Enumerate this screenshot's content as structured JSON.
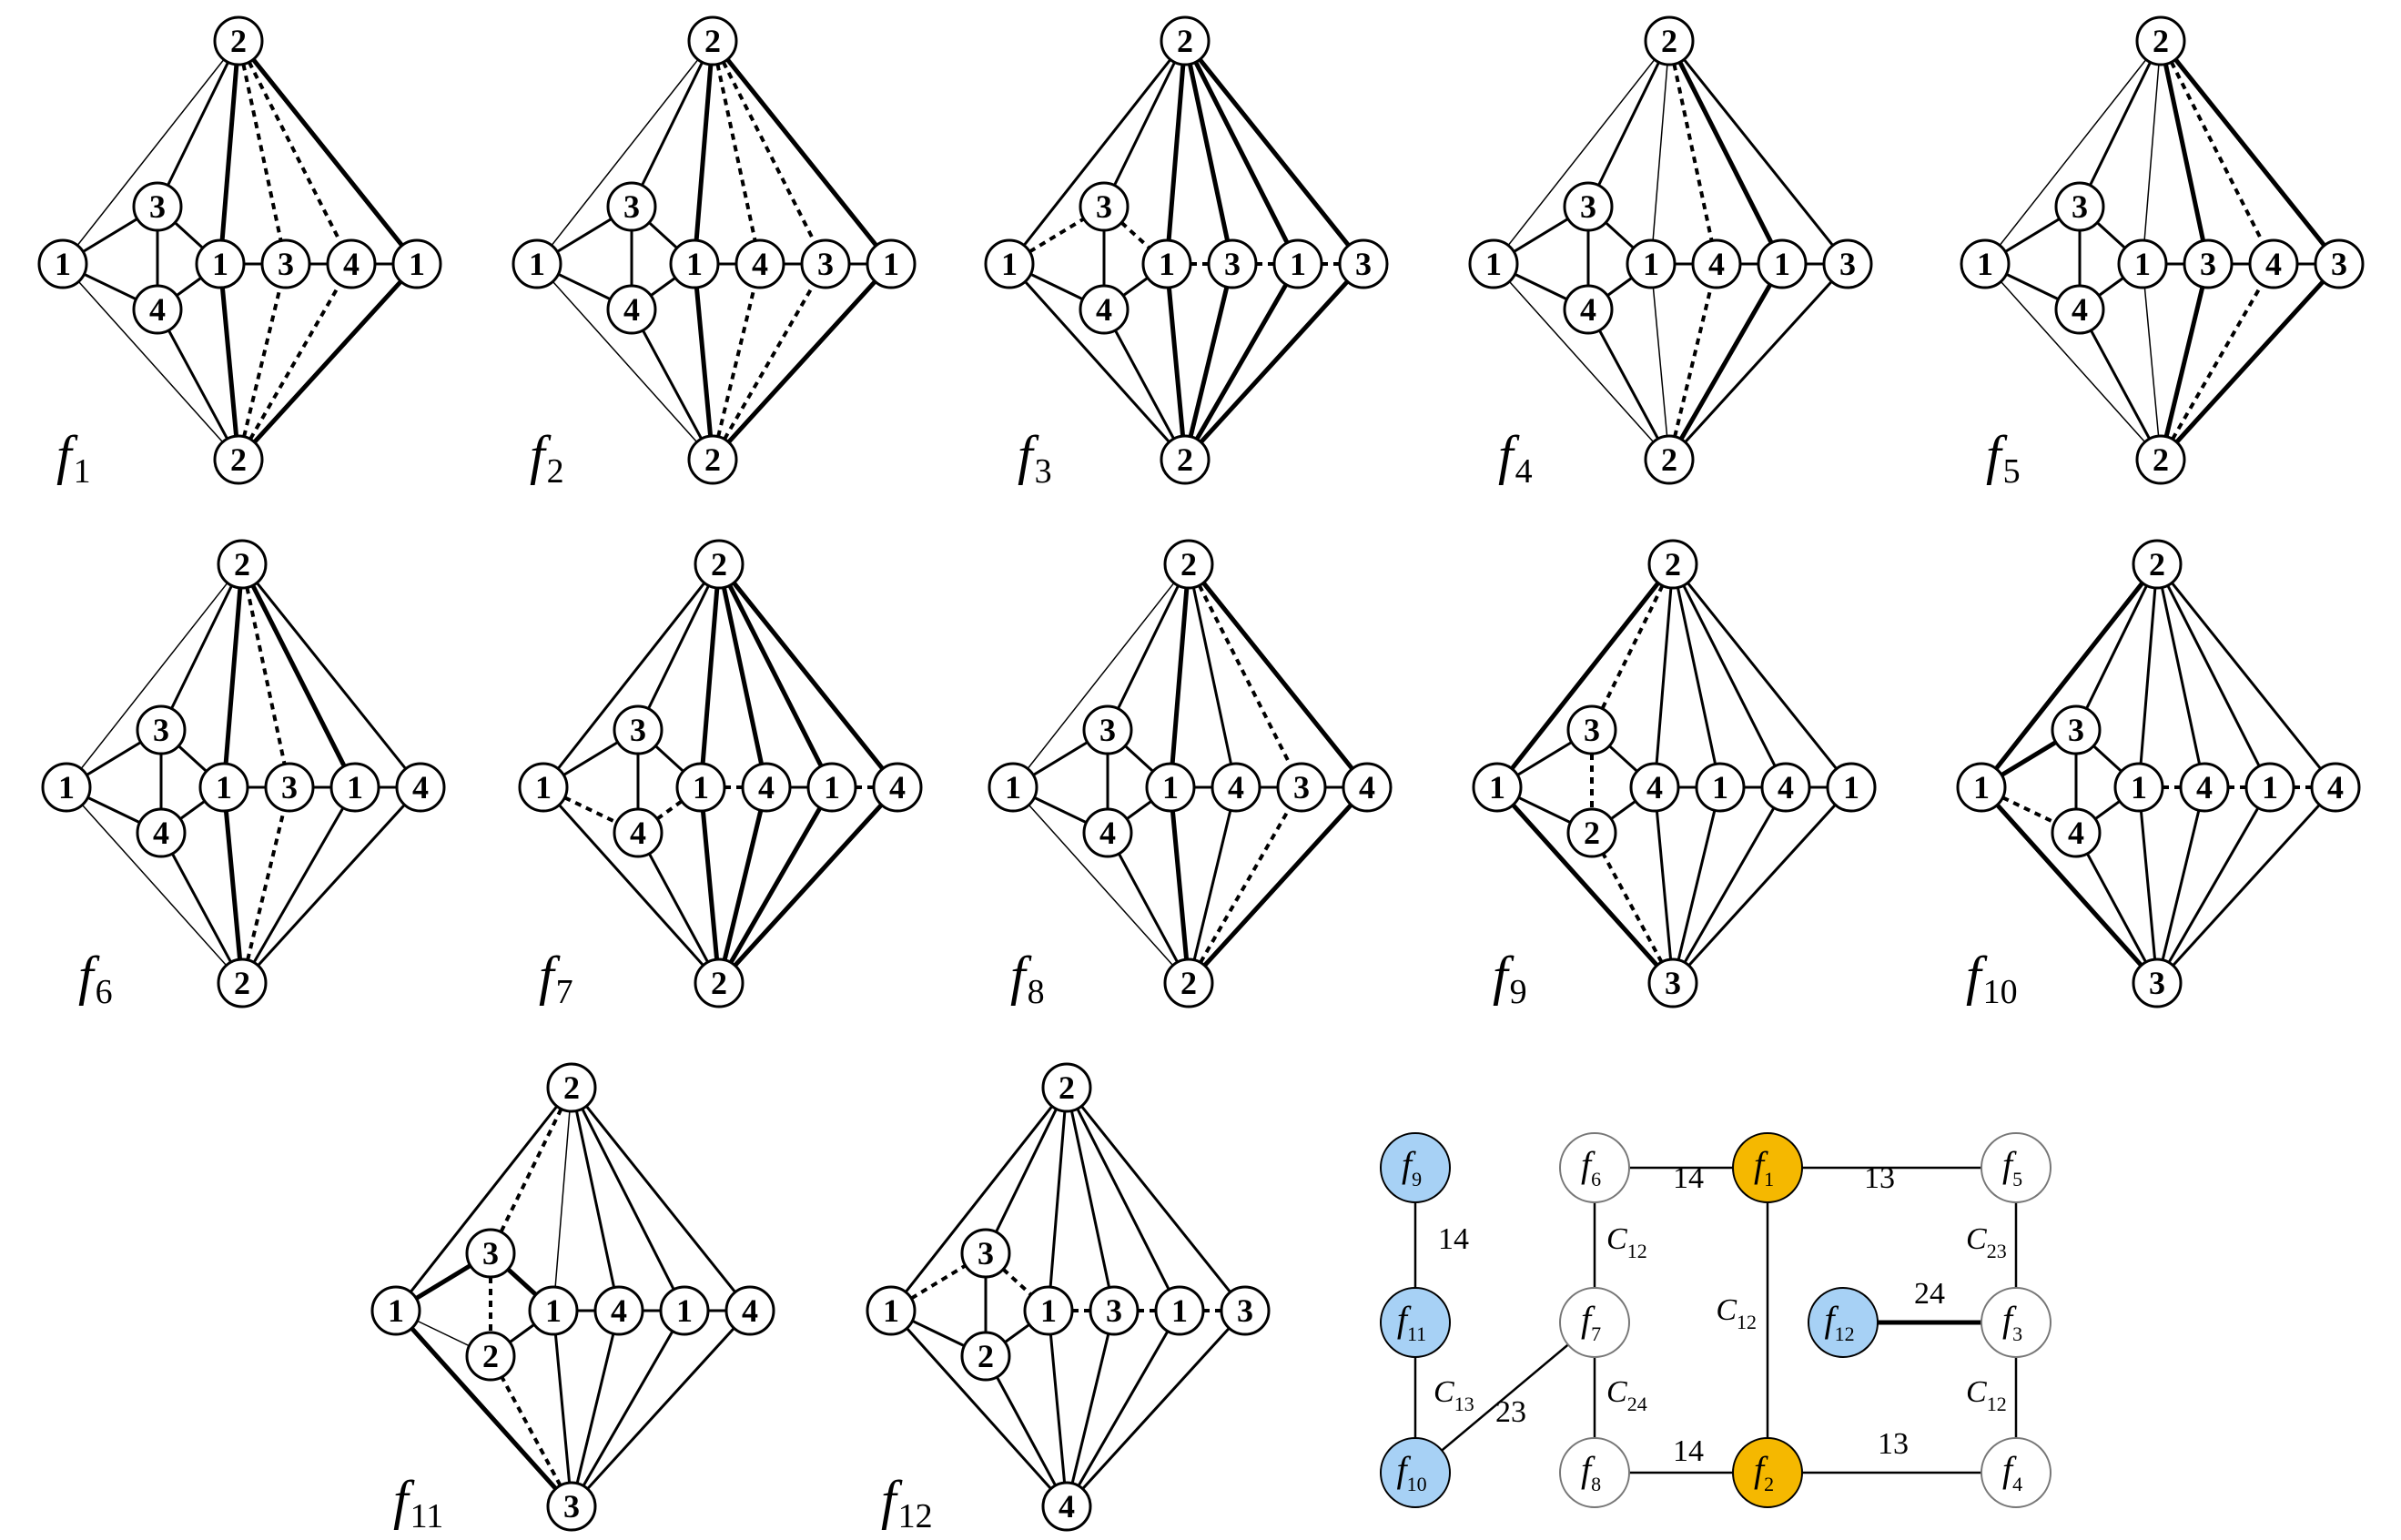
{
  "colors": {
    "stroke": "#000000",
    "node_fill": "#ffffff",
    "blue_node": "#a7d1f5",
    "orange_node": "#f5b800"
  },
  "graphs": [
    {
      "label": "f",
      "sub": "1",
      "top": "2",
      "bottom": "2",
      "left": "1",
      "up": "3",
      "down": "4",
      "chain": [
        "1",
        "3",
        "4",
        "1"
      ]
    },
    {
      "label": "f",
      "sub": "2",
      "top": "2",
      "bottom": "2",
      "left": "1",
      "up": "3",
      "down": "4",
      "chain": [
        "1",
        "4",
        "3",
        "1"
      ]
    },
    {
      "label": "f",
      "sub": "3",
      "top": "2",
      "bottom": "2",
      "left": "1",
      "up": "3",
      "down": "4",
      "chain": [
        "1",
        "3",
        "1",
        "3"
      ]
    },
    {
      "label": "f",
      "sub": "4",
      "top": "2",
      "bottom": "2",
      "left": "1",
      "up": "3",
      "down": "4",
      "chain": [
        "1",
        "4",
        "1",
        "3"
      ]
    },
    {
      "label": "f",
      "sub": "5",
      "top": "2",
      "bottom": "2",
      "left": "1",
      "up": "3",
      "down": "4",
      "chain": [
        "1",
        "3",
        "4",
        "3"
      ]
    },
    {
      "label": "f",
      "sub": "6",
      "top": "2",
      "bottom": "2",
      "left": "1",
      "up": "3",
      "down": "4",
      "chain": [
        "1",
        "3",
        "1",
        "4"
      ]
    },
    {
      "label": "f",
      "sub": "7",
      "top": "2",
      "bottom": "2",
      "left": "1",
      "up": "3",
      "down": "4",
      "chain": [
        "1",
        "4",
        "1",
        "4"
      ]
    },
    {
      "label": "f",
      "sub": "8",
      "top": "2",
      "bottom": "2",
      "left": "1",
      "up": "3",
      "down": "4",
      "chain": [
        "1",
        "4",
        "3",
        "4"
      ]
    },
    {
      "label": "f",
      "sub": "9",
      "top": "2",
      "bottom": "3",
      "left": "1",
      "up": "3",
      "down": "2",
      "chain": [
        "4",
        "1",
        "4",
        "1"
      ]
    },
    {
      "label": "f",
      "sub": "10",
      "top": "2",
      "bottom": "3",
      "left": "1",
      "up": "3",
      "down": "4",
      "chain": [
        "1",
        "4",
        "1",
        "4"
      ]
    },
    {
      "label": "f",
      "sub": "11",
      "top": "2",
      "bottom": "3",
      "left": "1",
      "up": "3",
      "down": "2",
      "chain": [
        "1",
        "4",
        "1",
        "4"
      ]
    },
    {
      "label": "f",
      "sub": "12",
      "top": "2",
      "bottom": "4",
      "left": "1",
      "up": "3",
      "down": "2",
      "chain": [
        "1",
        "3",
        "1",
        "3"
      ]
    }
  ],
  "conflict_graph": {
    "nodes": [
      {
        "id": "f9",
        "label": "f",
        "sub": "9",
        "color": "blue"
      },
      {
        "id": "f11",
        "label": "f",
        "sub": "11",
        "color": "blue"
      },
      {
        "id": "f10",
        "label": "f",
        "sub": "10",
        "color": "blue"
      },
      {
        "id": "f6",
        "label": "f",
        "sub": "6",
        "color": "white"
      },
      {
        "id": "f7",
        "label": "f",
        "sub": "7",
        "color": "white"
      },
      {
        "id": "f8",
        "label": "f",
        "sub": "8",
        "color": "white"
      },
      {
        "id": "f1",
        "label": "f",
        "sub": "1",
        "color": "orange"
      },
      {
        "id": "f2",
        "label": "f",
        "sub": "2",
        "color": "orange"
      },
      {
        "id": "f5",
        "label": "f",
        "sub": "5",
        "color": "white"
      },
      {
        "id": "f3",
        "label": "f",
        "sub": "3",
        "color": "white"
      },
      {
        "id": "f4",
        "label": "f",
        "sub": "4",
        "color": "white"
      },
      {
        "id": "f12",
        "label": "f",
        "sub": "12",
        "color": "blue"
      }
    ],
    "edges": [
      {
        "from": "f9",
        "to": "f11",
        "label": "14",
        "sub": ""
      },
      {
        "from": "f11",
        "to": "f10",
        "label": "C",
        "sub": "13"
      },
      {
        "from": "f10",
        "to": "f7",
        "label": "23",
        "sub": ""
      },
      {
        "from": "f6",
        "to": "f1",
        "label": "14",
        "sub": ""
      },
      {
        "from": "f6",
        "to": "f7",
        "label": "C",
        "sub": "12"
      },
      {
        "from": "f7",
        "to": "f8",
        "label": "C",
        "sub": "24"
      },
      {
        "from": "f8",
        "to": "f2",
        "label": "14",
        "sub": ""
      },
      {
        "from": "f1",
        "to": "f5",
        "label": "13",
        "sub": ""
      },
      {
        "from": "f1",
        "to": "f2",
        "label": "C",
        "sub": "12"
      },
      {
        "from": "f2",
        "to": "f4",
        "label": "13",
        "sub": ""
      },
      {
        "from": "f5",
        "to": "f3",
        "label": "C",
        "sub": "23"
      },
      {
        "from": "f3",
        "to": "f4",
        "label": "C",
        "sub": "12"
      },
      {
        "from": "f12",
        "to": "f3",
        "label": "24",
        "sub": ""
      }
    ]
  }
}
